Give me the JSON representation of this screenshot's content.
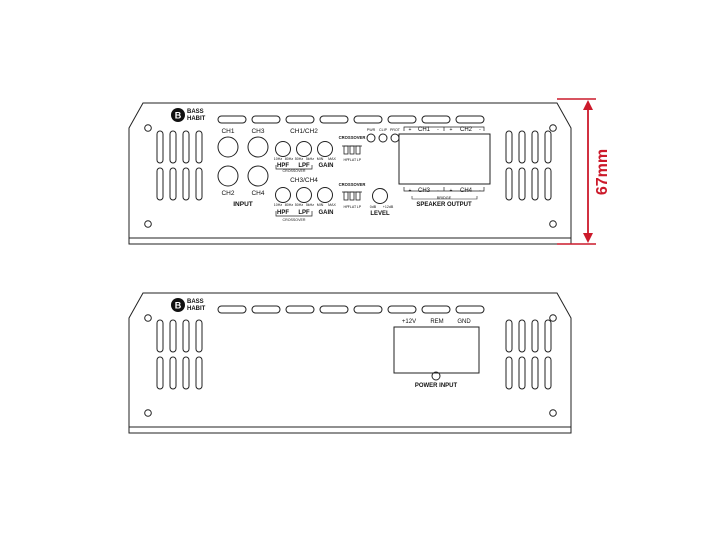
{
  "brand": {
    "logo_glyph": "B",
    "line1": "BASS",
    "line2": "HABIT"
  },
  "dimension": {
    "value": "67mm",
    "color": "#cc1a2b"
  },
  "front_panel": {
    "input": {
      "label": "INPUT",
      "channels": [
        "CH1",
        "CH3",
        "CH2",
        "CH4"
      ]
    },
    "crossover_section_ch12": {
      "header": "CH1/CH2",
      "knobs": [
        {
          "name": "HPF",
          "min": "10Hz",
          "max": "80Hz"
        },
        {
          "name": "LPF",
          "min": "50Hz",
          "max": "5kHz"
        },
        {
          "name": "GAIN",
          "min": "MIN",
          "max": "MAX"
        }
      ],
      "crossover_caption": "CROSSOVER",
      "switch_title": "CROSSOVER",
      "switch_positions": [
        "HP",
        "FLAT",
        "LP"
      ]
    },
    "crossover_section_ch34": {
      "header": "CH3/CH4",
      "knobs": [
        {
          "name": "HPF",
          "min": "10Hz",
          "max": "80Hz"
        },
        {
          "name": "LPF",
          "min": "50Hz",
          "max": "5kHz"
        },
        {
          "name": "GAIN",
          "min": "MIN",
          "max": "MAX"
        }
      ],
      "crossover_caption": "CROSSOVER",
      "switch_title": "CROSSOVER",
      "switch_positions": [
        "HP",
        "FLAT",
        "LP"
      ]
    },
    "level": {
      "label": "LEVEL",
      "min": "0dB",
      "max": "+12dB"
    },
    "leds": [
      "PWR",
      "CLIP",
      "PROT"
    ],
    "speaker_output": {
      "label": "SPEAKER OUTPUT",
      "bridge": "BRIDGE",
      "top_channels": [
        "CH1",
        "CH2"
      ],
      "bottom_channels": [
        "CH3",
        "CH4"
      ],
      "plus": "+",
      "minus": "-"
    }
  },
  "rear_panel": {
    "terminals": [
      "+12V",
      "REM",
      "GND"
    ],
    "power_input": "POWER INPUT"
  }
}
